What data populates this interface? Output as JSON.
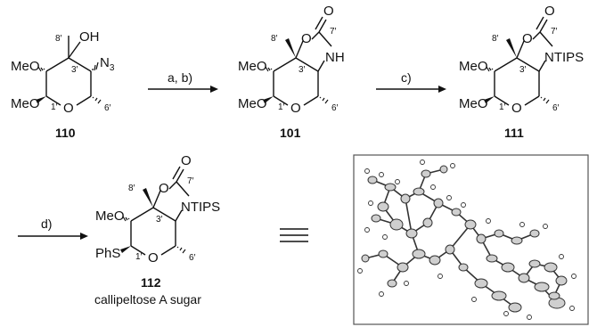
{
  "compounds": [
    {
      "id": "110",
      "atoms": {
        "oh": "OH",
        "n3": "N",
        "n3sub": "3",
        "meo_top": "MeO",
        "meo_bot": "MeO",
        "ring_o": "O",
        "p8": "8′",
        "p3": "3′",
        "p1": "1′",
        "p6": "6′"
      }
    },
    {
      "id": "101",
      "atoms": {
        "o_carb": "O",
        "o_ring5": "O",
        "nh": "NH",
        "meo_top": "MeO",
        "meo_bot": "MeO",
        "ring_o": "O",
        "p8": "8′",
        "p7": "7′",
        "p3": "3′",
        "p1": "1′",
        "p6": "6′"
      }
    },
    {
      "id": "111",
      "atoms": {
        "o_carb": "O",
        "o_ring5": "O",
        "n": "NTIPS",
        "meo_top": "MeO",
        "meo_bot": "MeO",
        "ring_o": "O",
        "p8": "8′",
        "p7": "7′",
        "p3": "3′",
        "p1": "1′",
        "p6": "6′"
      }
    },
    {
      "id": "112",
      "caption": "callipeltose A sugar",
      "atoms": {
        "o_carb": "O",
        "o_ring5": "O",
        "n": "NTIPS",
        "meo_top": "MeO",
        "phs": "PhS",
        "ring_o": "O",
        "p8": "8′",
        "p7": "7′",
        "p3": "3′",
        "p1": "1′",
        "p6": "6′"
      }
    }
  ],
  "arrows": [
    {
      "label": "a, b)"
    },
    {
      "label": "c)"
    },
    {
      "label": "d)"
    }
  ]
}
